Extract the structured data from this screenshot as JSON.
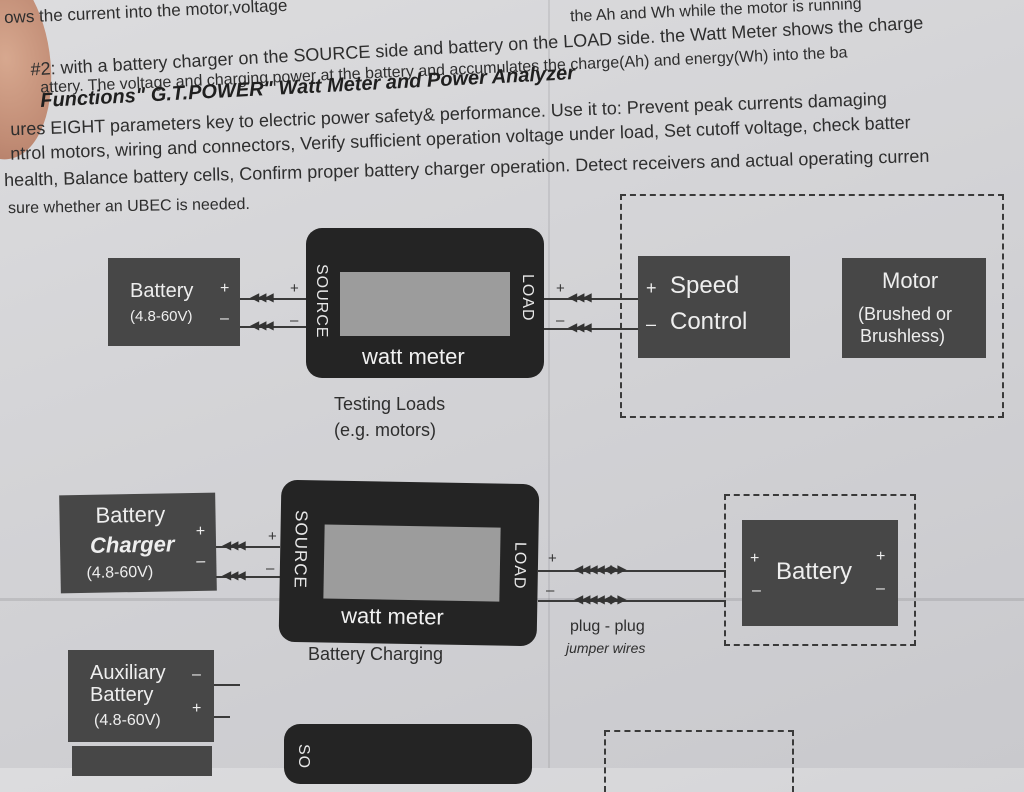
{
  "header": {
    "line1": "ows the current into the motor,voltage",
    "line1b": "the Ah and Wh while the motor is running",
    "line2": "#2: with a battery charger on the SOURCE side and battery on the LOAD side. the Watt Meter shows the charge",
    "line3": "attery. The voltage and charging power at the battery and accumulates the charge(Ah) and energy(Wh) into the ba",
    "title": "Functions\" G.T.POWER\" Watt Meter and Power Analyzer",
    "para1": "ures EIGHT parameters key to electric power safety& performance. Use it to: Prevent peak currents damaging",
    "para2": "ntrol motors, wiring and connectors, Verify sufficient operation voltage under load, Set cutoff voltage, check batter",
    "para3": "health, Balance battery cells, Confirm proper battery charger operation. Detect receivers and actual operating curren",
    "para4": "sure whether an UBEC is needed."
  },
  "diagram1": {
    "battery_label": "Battery",
    "battery_range": "(4.8-60V)",
    "meter_source": "SOURCE",
    "meter_load": "LOAD",
    "meter_label": "watt meter",
    "esc_label_1": "Speed",
    "esc_label_2": "Control",
    "motor_label": "Motor",
    "motor_sub_1": "(Brushed or",
    "motor_sub_2": "Brushless)",
    "caption_1": "Testing Loads",
    "caption_2": "(e.g. motors)"
  },
  "diagram2": {
    "charger_1": "Battery",
    "charger_2": "Charger",
    "charger_range": "(4.8-60V)",
    "meter_source": "SOURCE",
    "meter_load": "LOAD",
    "meter_label": "watt meter",
    "battery_label": "Battery",
    "caption": "Battery Charging",
    "plug_1": "plug - plug",
    "plug_2": "jumper wires"
  },
  "diagram3": {
    "aux_1": "Auxiliary",
    "aux_2": "Battery",
    "aux_range": "(4.8-60V)",
    "meter_source": "SO"
  },
  "signs": {
    "plus": "+",
    "minus": "–"
  },
  "colors": {
    "paper": "#d6d6d9",
    "box": "#474747",
    "meter": "#242424",
    "screen": "#9c9c9c"
  }
}
